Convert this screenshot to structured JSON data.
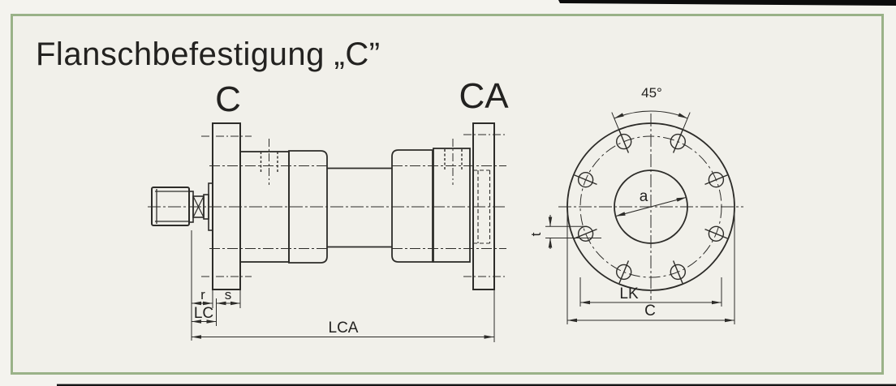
{
  "document": {
    "title": "Flanschbefestigung „C”"
  },
  "side_view": {
    "front_flange_label": "C",
    "rear_flange_label": "CA",
    "dim_r": "r",
    "dim_s": "s",
    "dim_lc": "LC",
    "dim_lca": "LCA"
  },
  "front_view": {
    "dim_angle": "45°",
    "dim_bore": "a",
    "dim_offset": "t",
    "dim_bolt_circle": "LK",
    "dim_outer": "C"
  },
  "colors": {
    "line": "#2d2c29",
    "paper": "#f1f0ea",
    "frame_green": "#9ab288",
    "scan_edge_black": "#0c0c0c"
  }
}
